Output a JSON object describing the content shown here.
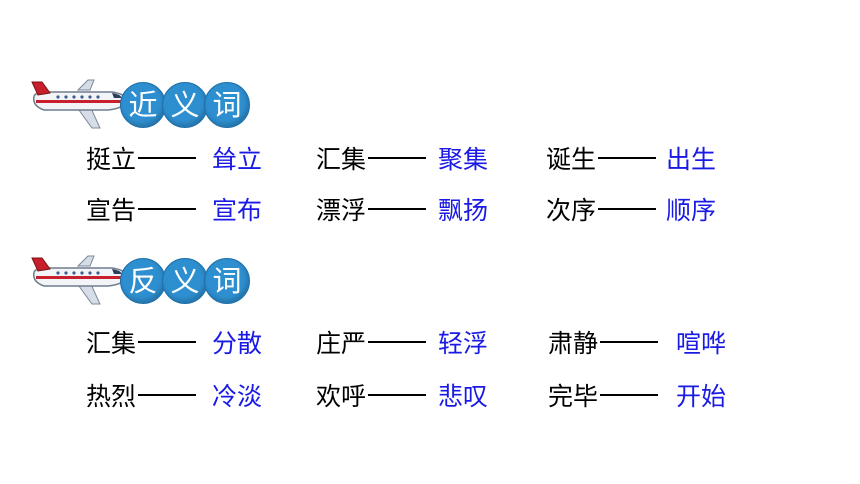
{
  "synonyms": {
    "title_chars": [
      "近",
      "义",
      "词"
    ],
    "rows": [
      [
        {
          "word": "挺立",
          "answer": "耸立"
        },
        {
          "word": "汇集",
          "answer": "聚集"
        },
        {
          "word": "诞生",
          "answer": "出生"
        }
      ],
      [
        {
          "word": "宣告",
          "answer": "宣布"
        },
        {
          "word": "漂浮",
          "answer": "飘扬"
        },
        {
          "word": "次序",
          "answer": "顺序"
        }
      ]
    ]
  },
  "antonyms": {
    "title_chars": [
      "反",
      "义",
      "词"
    ],
    "rows": [
      [
        {
          "word": "汇集",
          "answer": "分散"
        },
        {
          "word": "庄严",
          "answer": "轻浮"
        },
        {
          "word": "肃静",
          "answer": "喧哗"
        }
      ],
      [
        {
          "word": "热烈",
          "answer": "冷淡"
        },
        {
          "word": "欢呼",
          "answer": "悲叹"
        },
        {
          "word": "完毕",
          "answer": "开始"
        }
      ]
    ]
  },
  "colors": {
    "answer": "#1a1ae6",
    "bubble": "#2e8fd0"
  },
  "icons": {
    "header": "airplane-icon"
  }
}
